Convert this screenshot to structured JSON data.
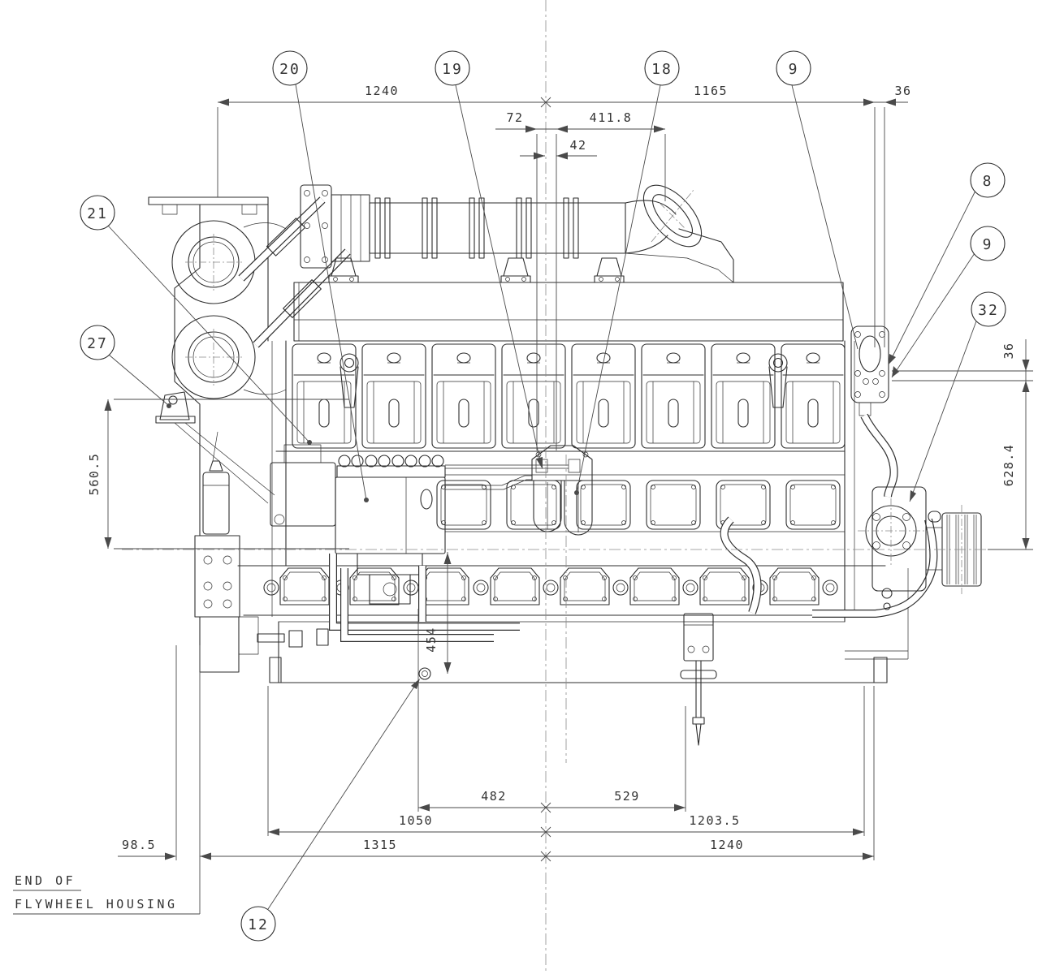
{
  "note": {
    "line1": "END OF",
    "line2": "FLYWHEEL HOUSING"
  },
  "balloons": {
    "b20": "20",
    "b19": "19",
    "b18": "18",
    "b9_top": "9",
    "b8": "8",
    "b9_right": "9",
    "b32": "32",
    "b21": "21",
    "b27": "27",
    "b12": "12"
  },
  "dims": {
    "top_1240": "1240",
    "top_1165": "1165",
    "top_36": "36",
    "top_72": "72",
    "top_411_8": "411.8",
    "top_42": "42",
    "left_560_5": "560.5",
    "right_36": "36",
    "right_628_4": "628.4",
    "mid_454": "454",
    "bot_482": "482",
    "bot_529": "529",
    "bot_1050": "1050",
    "bot_1203_5": "1203.5",
    "bot_1315": "1315",
    "bot_1240": "1240",
    "bot_98_5": "98.5"
  }
}
